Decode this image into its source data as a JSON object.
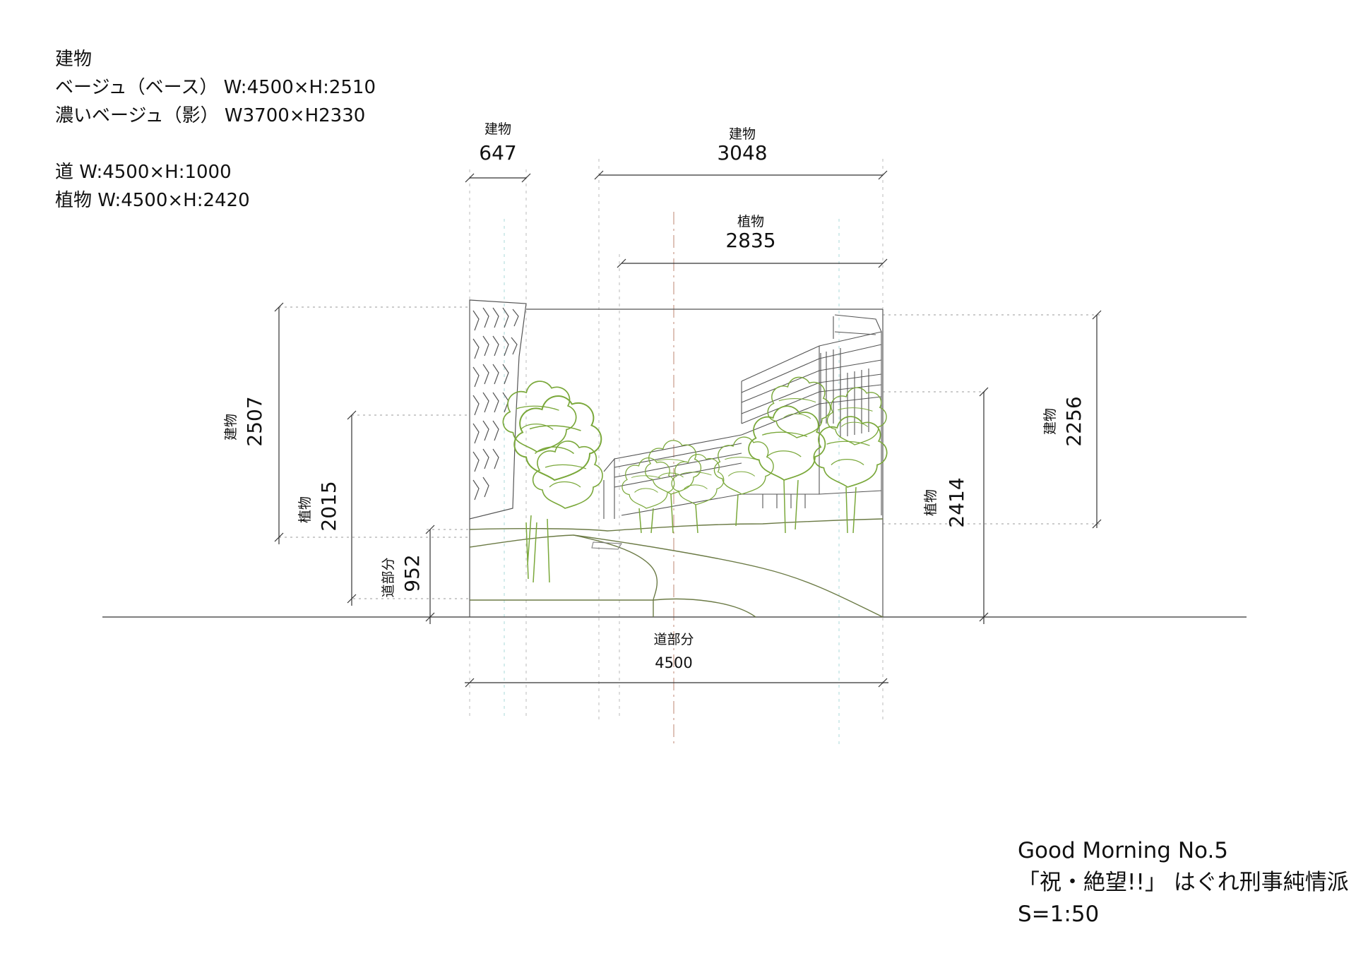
{
  "specs": {
    "heading": "建物",
    "beige_base": "ベージュ（ベース） W:4500×H:2510",
    "beige_dark": "濃いベージュ（影） W3700×H2330",
    "road": "道 W:4500×H:1000",
    "plants": "植物 W:4500×H:2420"
  },
  "dimensions": {
    "building_left": {
      "label": "建物",
      "value": "647"
    },
    "building_right": {
      "label": "建物",
      "value": "3048"
    },
    "plants_top": {
      "label": "植物",
      "value": "2835"
    },
    "road_width": {
      "label": "道部分",
      "value": "4500"
    },
    "building_height_left": {
      "label": "建物",
      "value": "2507"
    },
    "plants_height_left": {
      "label": "植物",
      "value": "2015"
    },
    "road_height": {
      "label": "道部分",
      "value": "952"
    },
    "plants_height_right": {
      "label": "植物",
      "value": "2414"
    },
    "building_height_right": {
      "label": "建物",
      "value": "2256"
    }
  },
  "title_block": {
    "line1": "Good Morning No.5",
    "line2": "「祝・絶望!!」 はぐれ刑事純情派",
    "line3": "S=1:50"
  },
  "colors": {
    "line": "#555555",
    "plant": "#7aa83a",
    "road": "#6b7a45",
    "centerline": "#c79a8a",
    "guide": "#a8d8d8"
  }
}
